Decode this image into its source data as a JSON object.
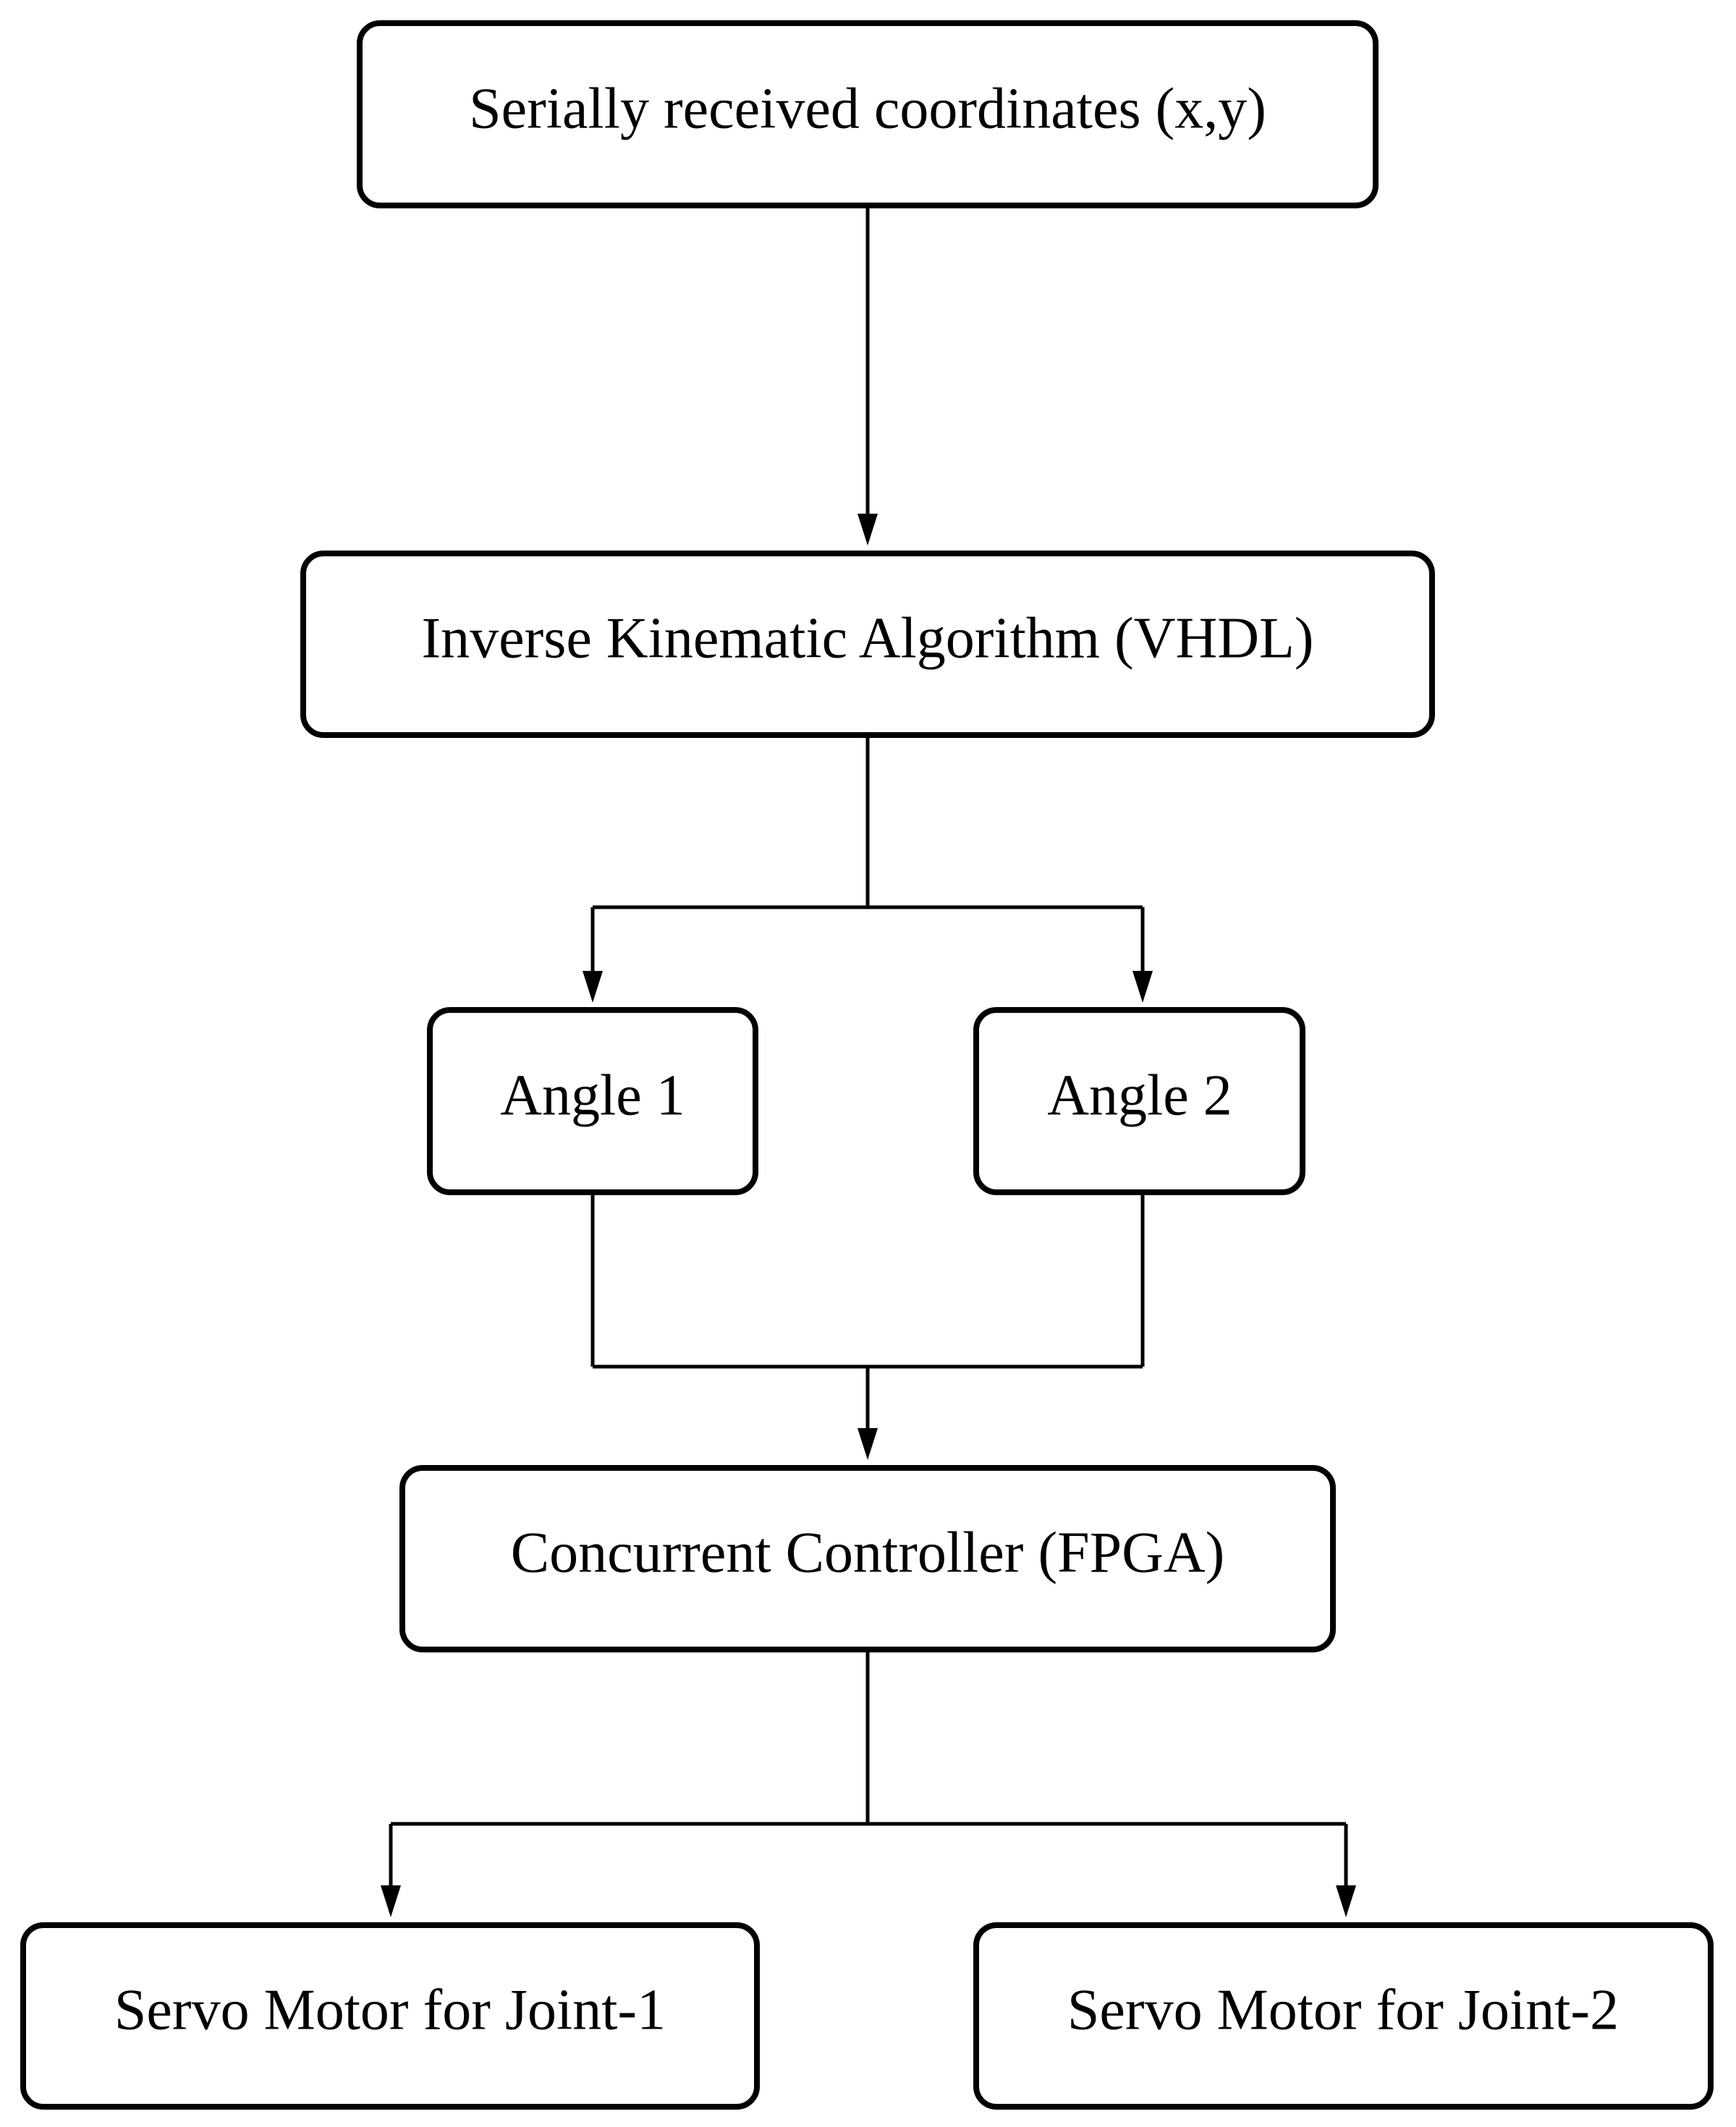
{
  "diagram": {
    "nodes": {
      "input": {
        "label": "Serially received coordinates (x,y)"
      },
      "ik": {
        "label": "Inverse Kinematic Algorithm (VHDL)"
      },
      "angle1": {
        "label": "Angle 1"
      },
      "angle2": {
        "label": "Angle 2"
      },
      "controller": {
        "label": "Concurrent Controller (FPGA)"
      },
      "servo1": {
        "label": "Servo Motor for Joint-1"
      },
      "servo2": {
        "label": "Servo Motor for Joint-2"
      }
    },
    "edges": [
      {
        "from": "input",
        "to": "ik"
      },
      {
        "from": "ik",
        "to": "angle1"
      },
      {
        "from": "ik",
        "to": "angle2"
      },
      {
        "from": "angle1",
        "to": "controller"
      },
      {
        "from": "angle2",
        "to": "controller"
      },
      {
        "from": "controller",
        "to": "servo1"
      },
      {
        "from": "controller",
        "to": "servo2"
      }
    ],
    "colors": {
      "stroke": "#000000",
      "background": "#ffffff"
    }
  }
}
